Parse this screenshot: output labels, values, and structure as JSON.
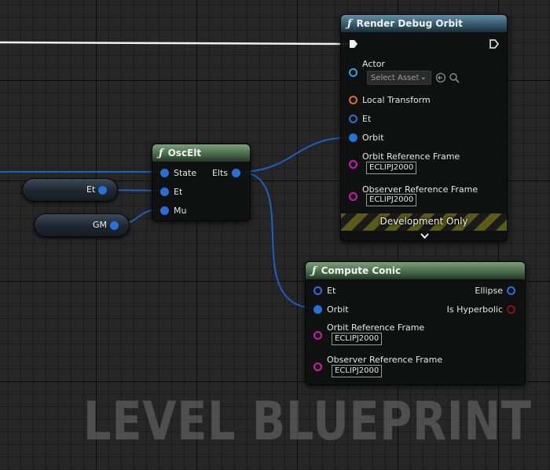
{
  "colors": {
    "exec": "#f2f2f2",
    "wire_blue": "#1d5fc0",
    "pin_blue": "#2a6fd6",
    "pin_cyan": "#1fa8d8",
    "pin_orange": "#e0701e",
    "pin_magenta": "#d41aa8",
    "pin_darkred": "#8a1414"
  },
  "render_debug_orbit": {
    "title": "Render Debug Orbit",
    "actor_label": "Actor",
    "select_asset": "Select Asset",
    "local_transform_label": "Local Transform",
    "et_label": "Et",
    "orbit_label": "Orbit",
    "orbit_ref_frame_label": "Orbit Reference Frame",
    "orbit_ref_frame_value": "ECLIPJ2000",
    "observer_ref_frame_label": "Observer Reference Frame",
    "observer_ref_frame_value": "ECLIPJ2000",
    "dev_only": "Development Only"
  },
  "osc_elt": {
    "title": "OscElt",
    "state_label": "State",
    "elts_label": "Elts",
    "et_label": "Et",
    "mu_label": "Mu"
  },
  "compute_conic": {
    "title": "Compute Conic",
    "et_label": "Et",
    "ellipse_label": "Ellipse",
    "orbit_label": "Orbit",
    "is_hyperbolic_label": "Is Hyperbolic",
    "orbit_ref_frame_label": "Orbit Reference Frame",
    "orbit_ref_frame_value": "ECLIPJ2000",
    "observer_ref_frame_label": "Observer Reference Frame",
    "observer_ref_frame_value": "ECLIPJ2000"
  },
  "variables": {
    "et": "Et",
    "gm": "GM"
  },
  "watermark": "LEVEL BLUEPRINT"
}
